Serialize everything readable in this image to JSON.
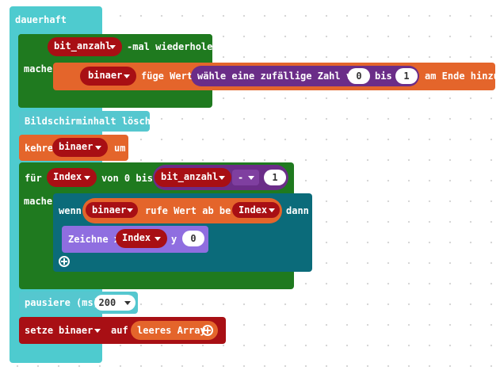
{
  "forever": {
    "label": "dauerhaft"
  },
  "repeat": {
    "count_var": "bit_anzahl",
    "suffix": "-mal wiederholen",
    "do_label": "mache"
  },
  "push": {
    "array_var": "binaer",
    "label": "füge Wert",
    "random_label": "wähle eine zufällige Zahl von",
    "from_value": "0",
    "to_label": "bis",
    "to_value": "1",
    "end_label": "am Ende hinzu"
  },
  "clear_screen": {
    "label": "Bildschirminhalt löschen"
  },
  "reverse": {
    "label": "kehre",
    "array_var": "binaer",
    "suffix": "um"
  },
  "for_loop": {
    "label": "für",
    "index_var": "Index",
    "from_label": "von 0 bis",
    "limit_var": "bit_anzahl",
    "operator": "-",
    "operand": "1",
    "do_label": "mache"
  },
  "if_block": {
    "label": "wenn",
    "array_var": "binaer",
    "get_label": "rufe Wert ab bei",
    "index_var": "Index",
    "then_label": "dann"
  },
  "plot": {
    "label": "Zeichne x",
    "x_var": "Index",
    "y_label": "y",
    "y_value": "0"
  },
  "pause": {
    "label": "pausiere (ms)",
    "value": "200"
  },
  "set_block": {
    "label": "setze",
    "var": "binaer",
    "to_label": "auf",
    "value_label": "leeres Array"
  },
  "colors": {
    "loops": "#1f7a1f",
    "arrays": "#e4652b",
    "logic": "#0b6b7a",
    "math": "#6b2d88",
    "led": "#8f6ee0",
    "variables": "#a80f14",
    "basic": "#55c7cf"
  }
}
